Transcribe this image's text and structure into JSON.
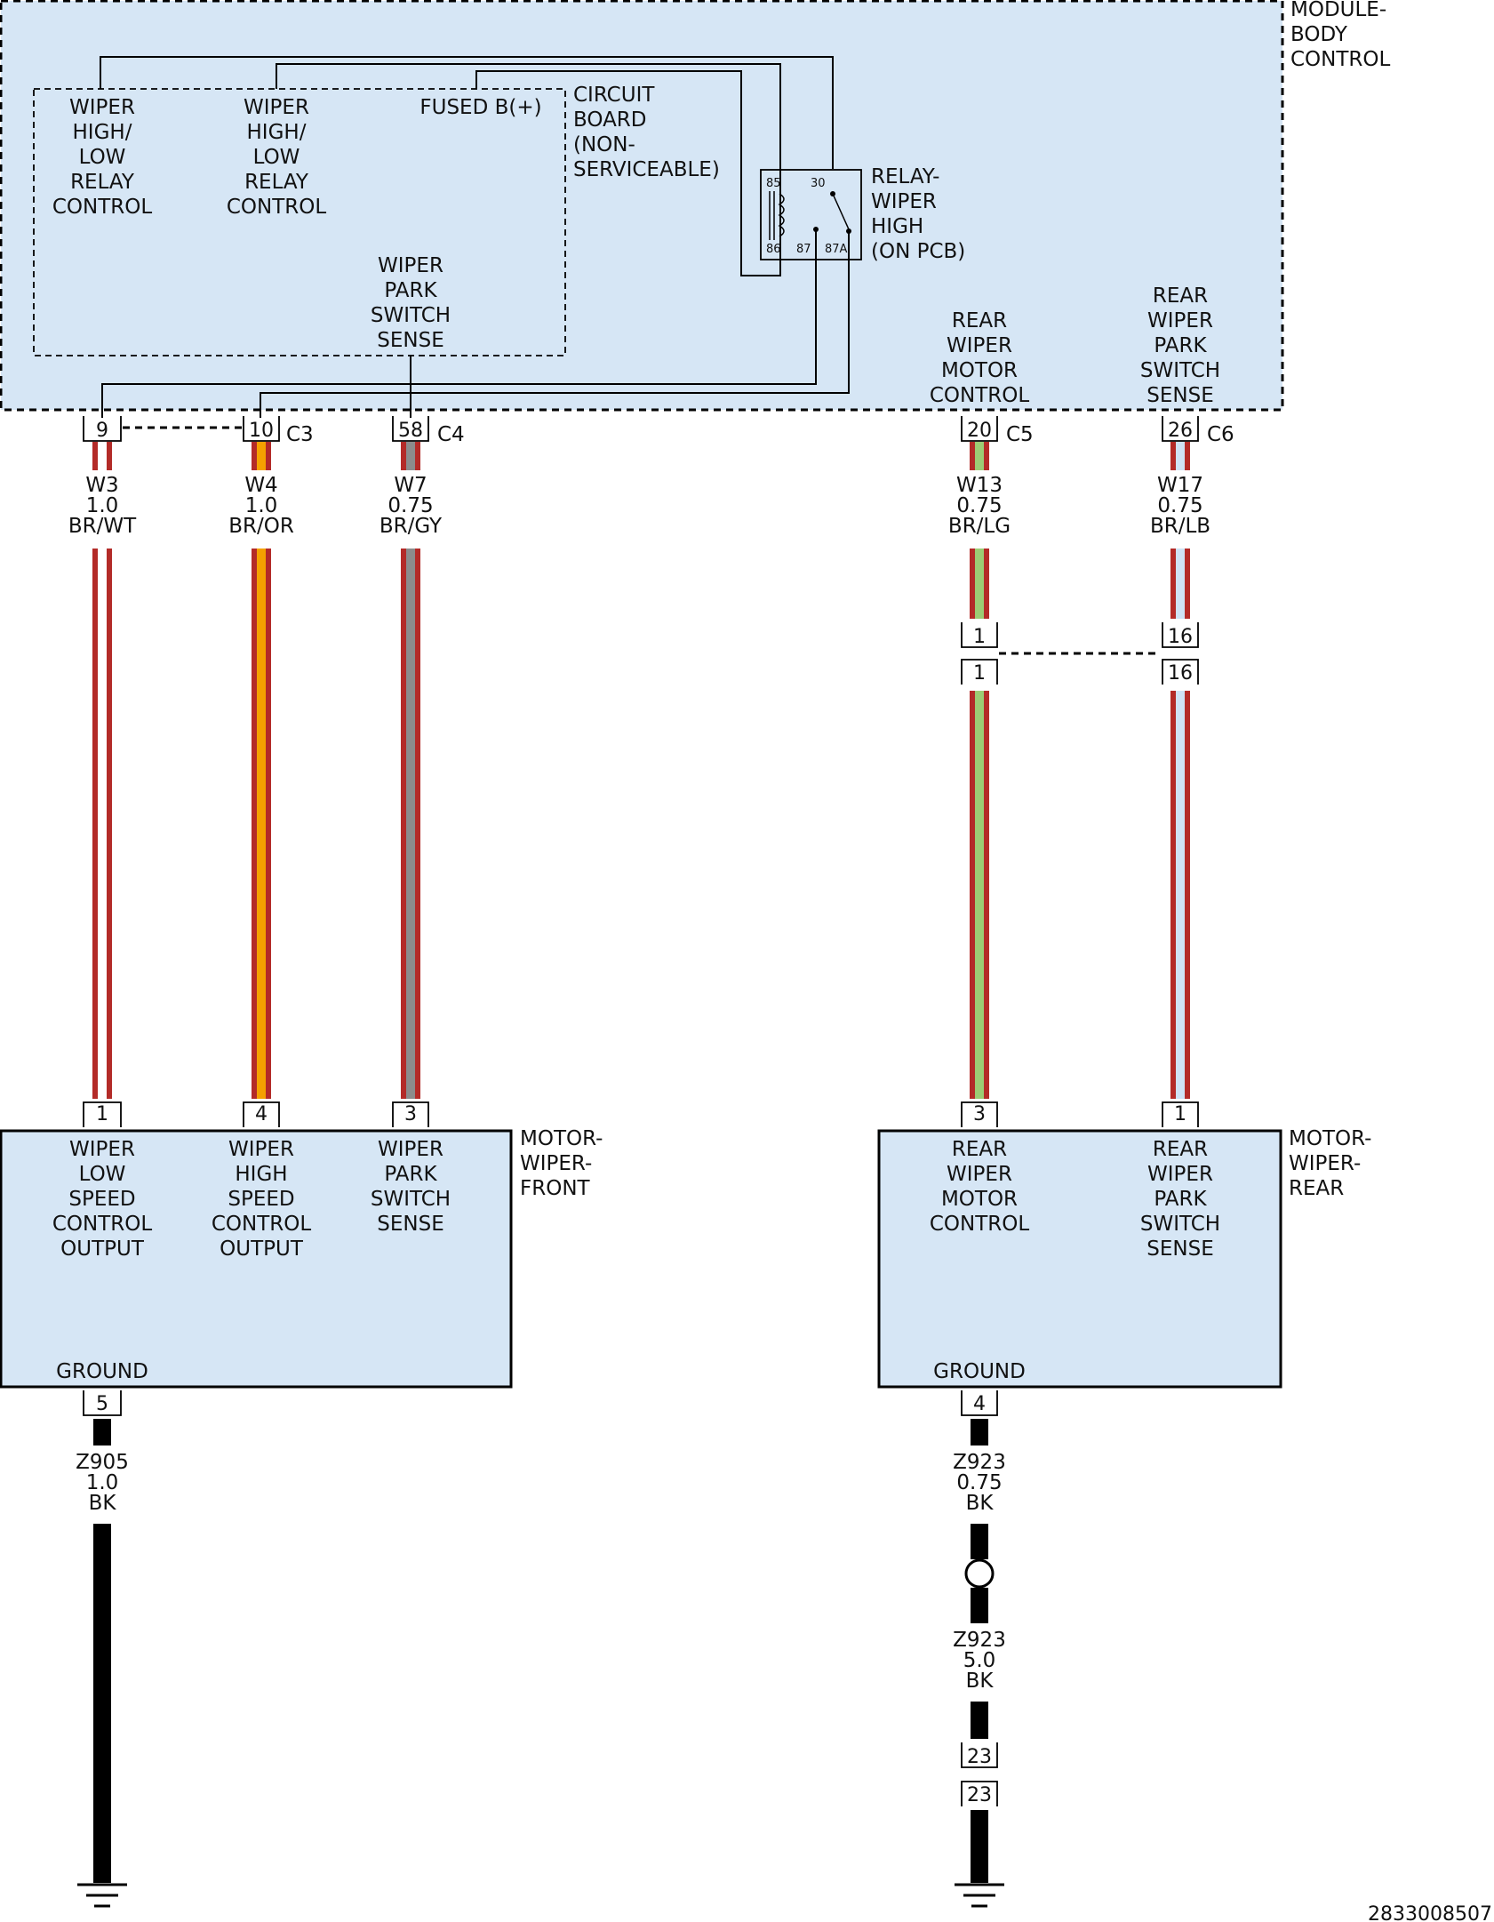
{
  "colors": {
    "module_fill": "#d6e6f5",
    "brown": "#b32b28",
    "white": "#ffffff",
    "orange": "#f5a100",
    "gray": "#8c8c8c",
    "light_green": "#9ccc74",
    "light_blue": "#cfe3f5",
    "black": "#000000"
  },
  "module_body_control": {
    "title": [
      "MODULE-",
      "BODY",
      "CONTROL"
    ],
    "circuit_board": [
      "CIRCUIT",
      "BOARD",
      "(NON-",
      "SERVICEABLE)"
    ],
    "wiper_relay_control_1": [
      "WIPER",
      "HIGH/",
      "LOW",
      "RELAY",
      "CONTROL"
    ],
    "wiper_relay_control_2": [
      "WIPER",
      "HIGH/",
      "LOW",
      "RELAY",
      "CONTROL"
    ],
    "fused_b": "FUSED B(+)",
    "wiper_park_switch_sense": [
      "WIPER",
      "PARK",
      "SWITCH",
      "SENSE"
    ],
    "relay": {
      "label": [
        "RELAY-",
        "WIPER",
        "HIGH",
        "(ON PCB)"
      ],
      "pin_85": "85",
      "pin_86": "86",
      "pin_30": "30",
      "pin_87": "87",
      "pin_87a": "87A"
    },
    "rear_wiper_motor_control": [
      "REAR",
      "WIPER",
      "MOTOR",
      "CONTROL"
    ],
    "rear_wiper_park_switch_sense": [
      "REAR",
      "WIPER",
      "PARK",
      "SWITCH",
      "SENSE"
    ]
  },
  "connectors": {
    "c3": "C3",
    "c4": "C4",
    "c5": "C5",
    "c6": "C6",
    "pin_9": "9",
    "pin_10": "10",
    "pin_58": "58",
    "pin_20": "20",
    "pin_26": "26",
    "inline_1a": "1",
    "inline_1b": "1",
    "inline_16a": "16",
    "inline_16b": "16",
    "inline_23a": "23",
    "inline_23b": "23"
  },
  "wires": {
    "w3": [
      "W3",
      "1.0",
      "BR/WT"
    ],
    "w4": [
      "W4",
      "1.0",
      "BR/OR"
    ],
    "w7": [
      "W7",
      "0.75",
      "BR/GY"
    ],
    "w13": [
      "W13",
      "0.75",
      "BR/LG"
    ],
    "w17": [
      "W17",
      "0.75",
      "BR/LB"
    ],
    "z905": [
      "Z905",
      "1.0",
      "BK"
    ],
    "z923_a": [
      "Z923",
      "0.75",
      "BK"
    ],
    "z923_b": [
      "Z923",
      "5.0",
      "BK"
    ]
  },
  "motor_front": {
    "title": [
      "MOTOR-",
      "WIPER-",
      "FRONT"
    ],
    "pin_1": "1",
    "pin_4": "4",
    "pin_3": "3",
    "pin_5": "5",
    "low_speed": [
      "WIPER",
      "LOW",
      "SPEED",
      "CONTROL",
      "OUTPUT"
    ],
    "high_speed": [
      "WIPER",
      "HIGH",
      "SPEED",
      "CONTROL",
      "OUTPUT"
    ],
    "park_sense": [
      "WIPER",
      "PARK",
      "SWITCH",
      "SENSE"
    ],
    "ground": "GROUND"
  },
  "motor_rear": {
    "title": [
      "MOTOR-",
      "WIPER-",
      "REAR"
    ],
    "pin_3": "3",
    "pin_1": "1",
    "pin_4": "4",
    "motor_control": [
      "REAR",
      "WIPER",
      "MOTOR",
      "CONTROL"
    ],
    "park_sense": [
      "REAR",
      "WIPER",
      "PARK",
      "SWITCH",
      "SENSE"
    ],
    "ground": "GROUND"
  },
  "figure_id": "2833008507"
}
